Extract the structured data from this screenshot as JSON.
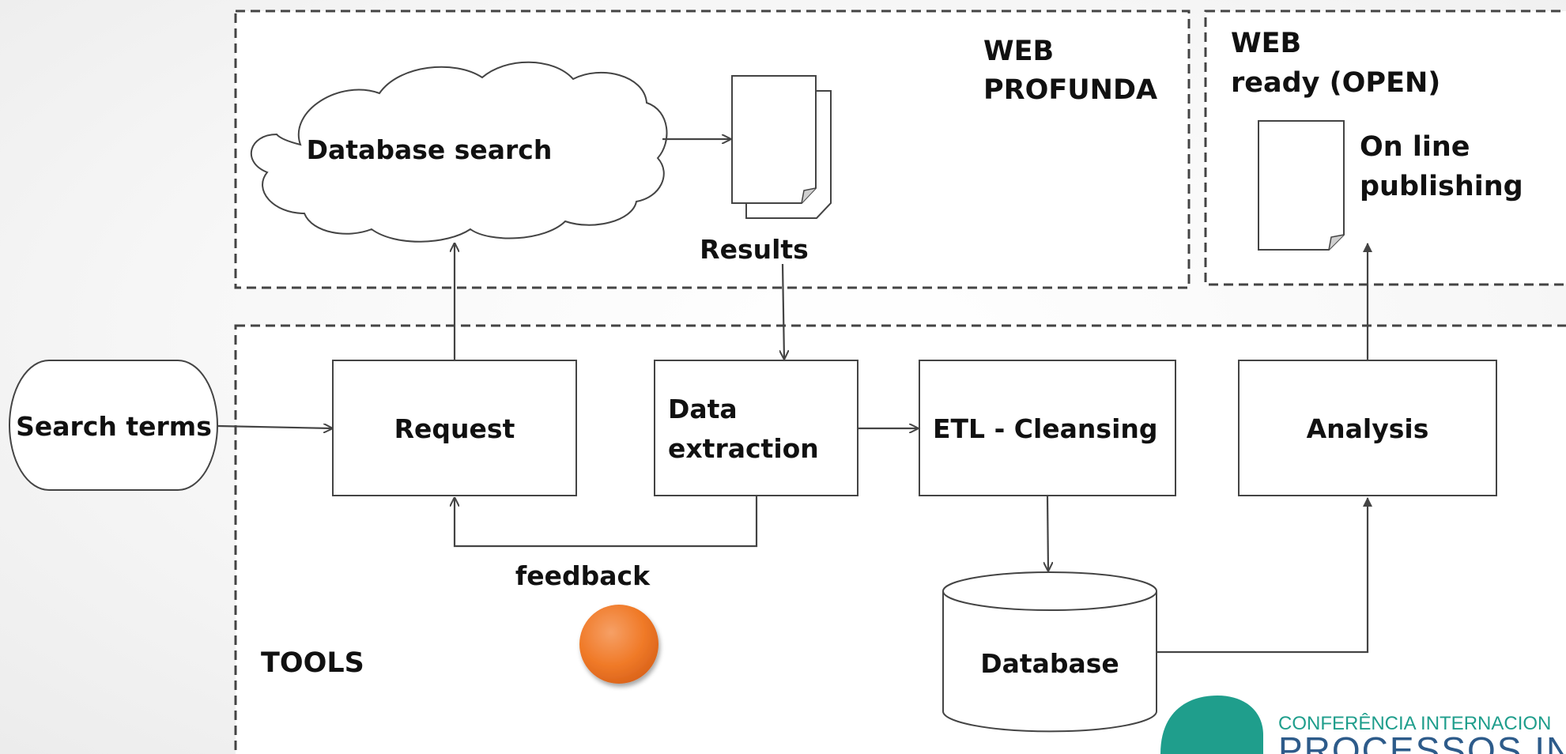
{
  "regions": {
    "web_profunda": [
      "WEB",
      "PROFUNDA"
    ],
    "web_open": [
      "WEB",
      "ready (OPEN)"
    ],
    "tools": "TOOLS"
  },
  "nodes": {
    "database_search": "Database search",
    "results": "Results",
    "online_publishing": [
      "On line",
      "publishing"
    ],
    "search_terms": "Search terms",
    "request": "Request",
    "data_extraction": [
      "Data",
      "extraction"
    ],
    "etl": "ETL - Cleansing",
    "analysis": "Analysis",
    "database": "Database",
    "feedback": "feedback"
  },
  "logo": {
    "line1": "CONFERÊNCIA INTERNACION",
    "line2": "PROCESSOS INOVA"
  },
  "colors": {
    "feedback_dot": "#f07a28",
    "logo_teal": "#1f9e8c",
    "logo_blue": "#2d5b8a"
  }
}
